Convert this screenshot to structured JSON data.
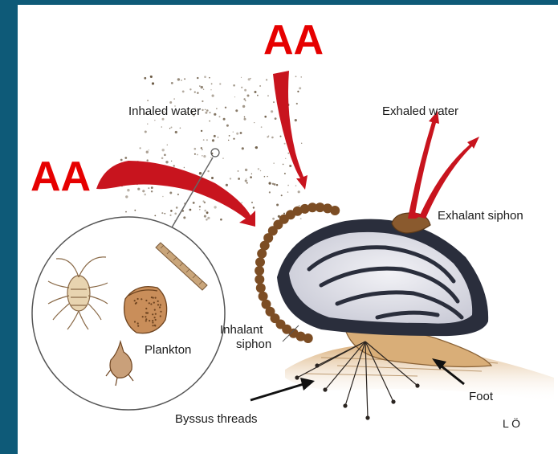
{
  "labels": {
    "title_marker_top": "AA",
    "title_marker_left": "AA",
    "inhaled_water": "Inhaled water",
    "exhaled_water": "Exhaled water",
    "exhalant_siphon": "Exhalant siphon",
    "inhalant_siphon_line1": "Inhalant",
    "inhalant_siphon_line2": "siphon",
    "plankton": "Plankton",
    "foot": "Foot",
    "byssus_threads": "Byssus threads",
    "credit": "L Ö"
  },
  "colors": {
    "marker_red": "#e60000",
    "arrow_red": "#c8141e",
    "frame_blue": "#0e5a78",
    "shell_dark": "#2a2e3c",
    "shell_light": "#e8e8f0",
    "sand": "#c99a62",
    "fringe": "#8a5a2e"
  }
}
